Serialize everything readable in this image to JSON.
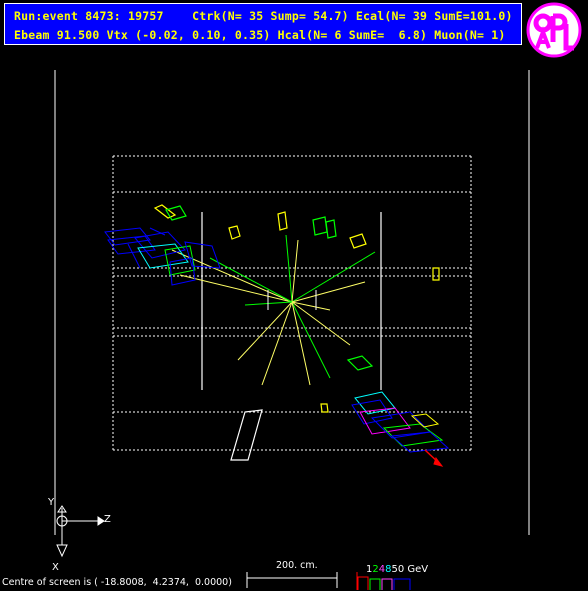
{
  "header": {
    "line1": "Run:event 8473: 19757    Ctrk(N= 35 Sump= 54.7) Ecal(N= 39 SumE=101.0)",
    "line2": "Ebeam 91.500 Vtx (-0.02, 0.10, 0.35) Hcal(N= 6 SumE=  6.8) Muon(N= 1)"
  },
  "logo": {
    "name": "opal-logo",
    "colors": {
      "ring": "#ff00ff",
      "fill": "#ffffff"
    }
  },
  "axes": {
    "y": "Y",
    "z": "Z",
    "x": "X"
  },
  "footer": {
    "centre_text": "Centre of screen is ( -18.8008,  4.2374,  0.0000)",
    "scale_text": "200. cm.",
    "gev": {
      "v1": "1",
      "v2": "2",
      "v4": "4",
      "v8": "8",
      "v50": "50 GeV"
    }
  },
  "colors": {
    "background": "#000000",
    "header_bg": "#0000ff",
    "header_text": "#ffff00",
    "detector": "#ffffff",
    "tracks_green": "#00ff00",
    "tracks_yellow": "#ffff00",
    "ecal_blue": "#0000ff",
    "ecal_cyan": "#00ffff",
    "muon_red": "#ff0000"
  }
}
